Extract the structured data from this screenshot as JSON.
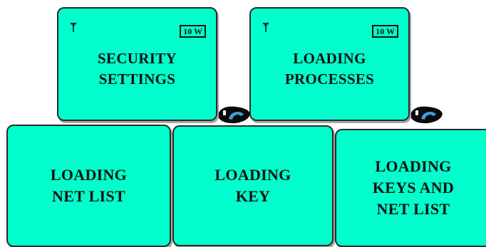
{
  "colors": {
    "panel_fill": "#00ffcc",
    "panel_border": "#2b2b2b",
    "text": "#111111",
    "handset_body": "#0a0a0a",
    "handset_accent": "#3aa0d8"
  },
  "screens": [
    {
      "label": "SECURITY\nSETTINGS",
      "power": "10 W",
      "antenna_icon": "antenna-icon"
    },
    {
      "label": "LOADING\nPROCESSES",
      "power": "10 W",
      "antenna_icon": "antenna-icon"
    }
  ],
  "handset_icon": "phone-handset-icon",
  "actions": [
    {
      "label": "LOADING\nNET LIST"
    },
    {
      "label": "LOADING\nKEY"
    },
    {
      "label": "LOADING\nKEYS AND\nNET LIST"
    }
  ]
}
